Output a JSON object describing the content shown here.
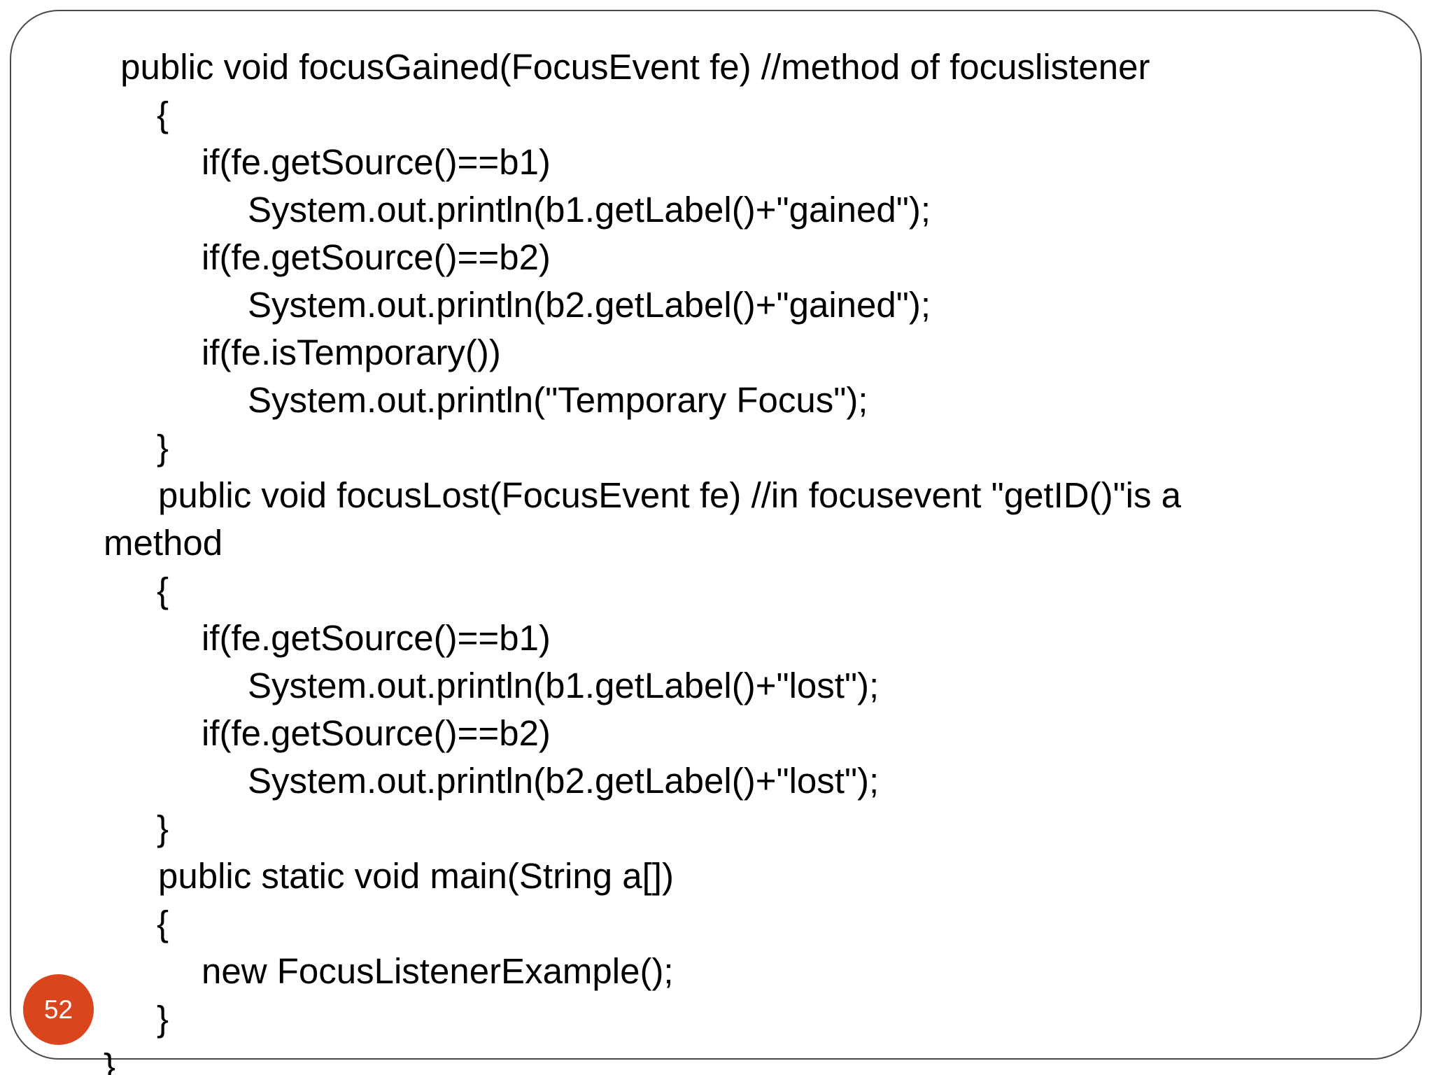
{
  "slide": {
    "page_number": "52",
    "badge_color": "#d9461e",
    "frame_color": "#4a4a4a"
  },
  "code": {
    "lines": [
      " public void focusGained(FocusEvent fe) //method of focuslistener",
      "{",
      "if(fe.getSource()==b1)",
      "System.out.println(b1.getLabel()+\"gained\");",
      "if(fe.getSource()==b2)",
      "System.out.println(b2.getLabel()+\"gained\");",
      "if(fe.isTemporary())",
      "System.out.println(\"Temporary Focus\");",
      "}",
      "public void focusLost(FocusEvent fe) //in focusevent \"getID()\"is a",
      "method",
      "{",
      "if(fe.getSource()==b1)",
      "System.out.println(b1.getLabel()+\"lost\");",
      "if(fe.getSource()==b2)",
      "System.out.println(b2.getLabel()+\"lost\");",
      "}",
      "public static void main(String a[])",
      "{",
      "new FocusListenerExample();",
      "}",
      "}"
    ]
  }
}
